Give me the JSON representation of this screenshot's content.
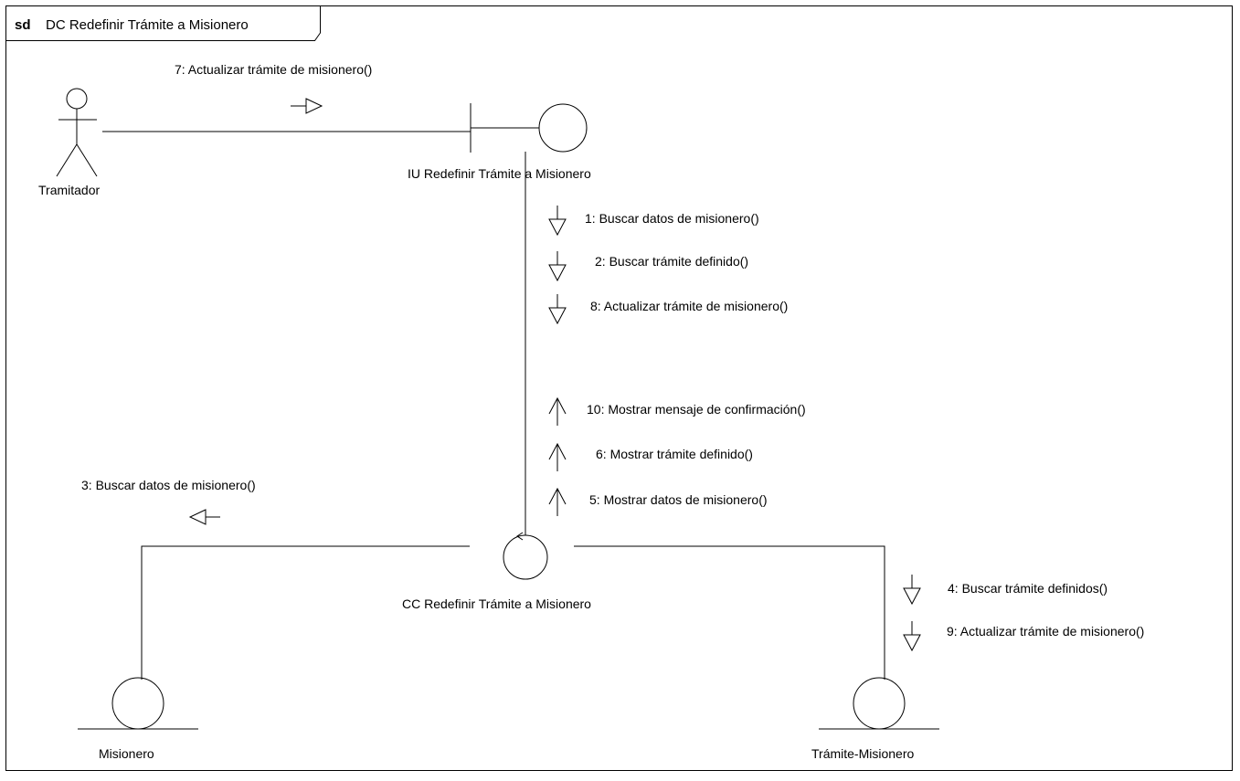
{
  "frame": {
    "keyword": "sd",
    "title": "DC Redefinir Trámite a Misionero"
  },
  "objects": {
    "actor": {
      "name": "Tramitador"
    },
    "boundary": {
      "name": "IU Redefinir Trámite a Misionero"
    },
    "control": {
      "name": "CC Redefinir Trámite a Misionero"
    },
    "entity_misionero": {
      "name": "Misionero"
    },
    "entity_tramite": {
      "name": "Trámite-Misionero"
    }
  },
  "messages": {
    "m7_actor": "7: Actualizar trámite de misionero()",
    "m1": "1: Buscar datos de misionero()",
    "m2": "2: Buscar trámite definido()",
    "m8": "8: Actualizar trámite de misionero()",
    "m10": "10: Mostrar mensaje de confirmación()",
    "m6": "6: Mostrar trámite definido()",
    "m5": "5: Mostrar datos de misionero()",
    "m3": "3: Buscar datos de misionero()",
    "m4": "4: Buscar trámite definidos()",
    "m9": "9: Actualizar trámite de misionero()"
  },
  "colors": {
    "line": "#000000",
    "background": "#ffffff"
  }
}
